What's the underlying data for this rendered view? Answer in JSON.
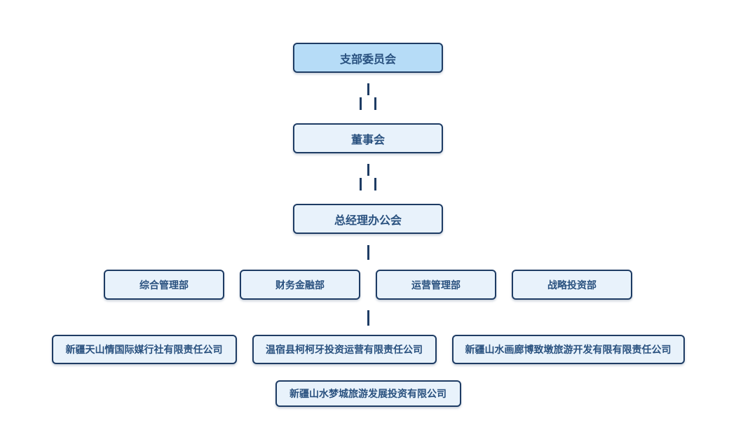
{
  "colors": {
    "page_bg": "#ffffff",
    "border_color": "#1e3c64",
    "connector_color": "#1e3c64",
    "primary_fill": "#b6dcf7",
    "light_fill": "#e8f2fb",
    "text_color": "#29517f"
  },
  "org_chart": {
    "type": "org-tree",
    "levels": [
      {
        "name": "party-branch",
        "nodes": [
          {
            "label": "支部委员会",
            "emphasis": true
          }
        ]
      },
      {
        "name": "board",
        "nodes": [
          {
            "label": "董事会"
          }
        ]
      },
      {
        "name": "gm-office",
        "nodes": [
          {
            "label": "总经理办公会"
          }
        ]
      },
      {
        "name": "departments",
        "nodes": [
          {
            "label": "综合管理部"
          },
          {
            "label": "财务金融部"
          },
          {
            "label": "运营管理部"
          },
          {
            "label": "战略投资部"
          }
        ]
      },
      {
        "name": "subsidiaries",
        "nodes": [
          {
            "label": "新疆天山情国际媒行社有限责任公司"
          },
          {
            "label": "温宿县柯柯牙投资运营有限责任公司"
          },
          {
            "label": "新疆山水画廊博致墩旅游开发有限有限责任公司"
          }
        ]
      },
      {
        "name": "subsidiary-2nd",
        "nodes": [
          {
            "label": "新疆山水梦城旅游发展投资有限公司"
          }
        ]
      }
    ]
  }
}
